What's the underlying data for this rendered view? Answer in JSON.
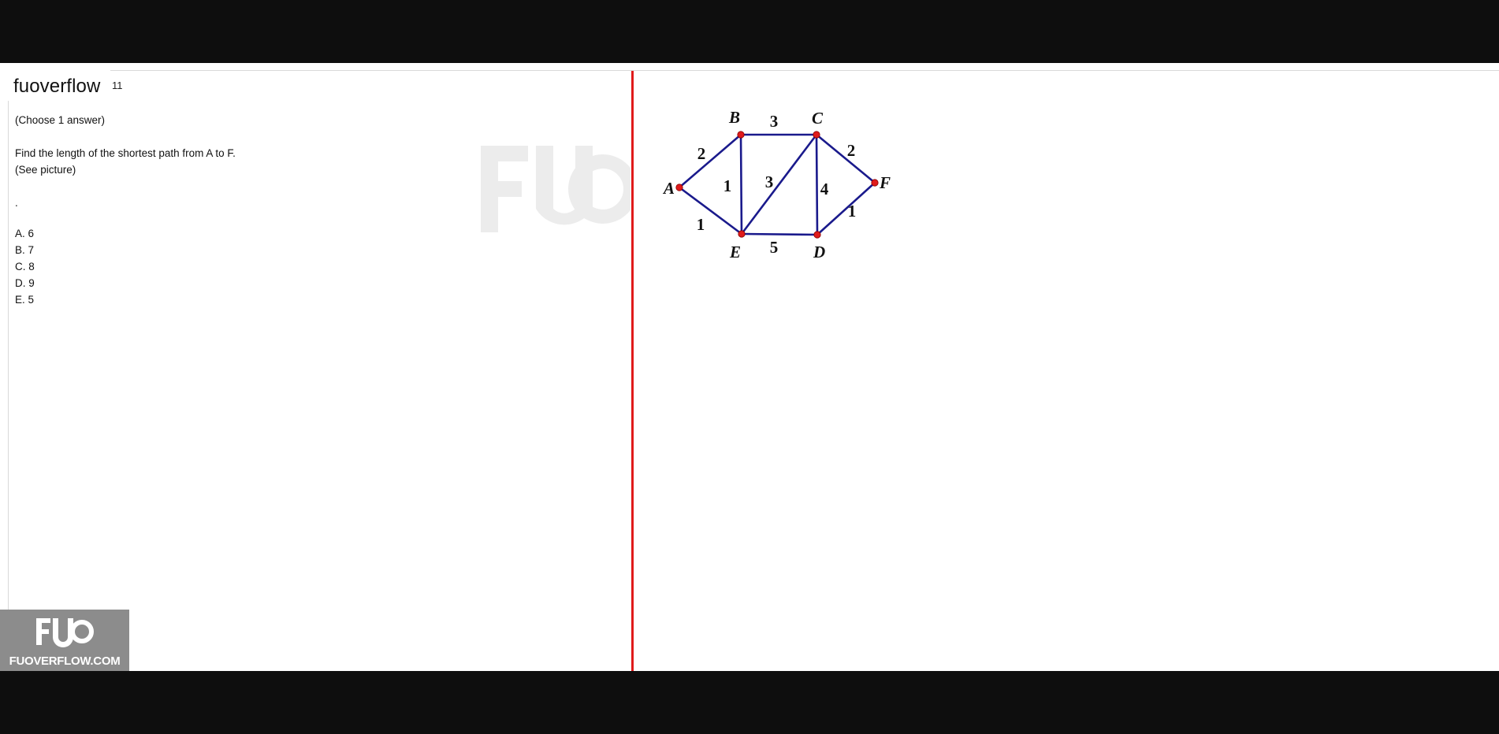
{
  "brand": "fuoverflow",
  "question_number": "11",
  "question": {
    "instruction": "(Choose 1 answer)",
    "prompt_line1": "Find the length of the shortest path from A to F.",
    "prompt_line2": "(See picture)",
    "dot": "."
  },
  "answers": [
    {
      "text": "A. 6"
    },
    {
      "text": "B. 7"
    },
    {
      "text": "C. 8"
    },
    {
      "text": "D. 9"
    },
    {
      "text": "E. 5"
    }
  ],
  "graph": {
    "vertices": [
      "A",
      "B",
      "C",
      "D",
      "E",
      "F"
    ],
    "edges": [
      {
        "from": "A",
        "to": "B",
        "weight": "2"
      },
      {
        "from": "A",
        "to": "E",
        "weight": "1"
      },
      {
        "from": "B",
        "to": "C",
        "weight": "3"
      },
      {
        "from": "B",
        "to": "E",
        "weight": "1"
      },
      {
        "from": "E",
        "to": "C",
        "weight": "3"
      },
      {
        "from": "C",
        "to": "D",
        "weight": "4"
      },
      {
        "from": "C",
        "to": "F",
        "weight": "2"
      },
      {
        "from": "E",
        "to": "D",
        "weight": "5"
      },
      {
        "from": "D",
        "to": "F",
        "weight": "1"
      }
    ],
    "edge_color": "#1a1a8c",
    "vertex_color": "#e01b1b"
  },
  "logo": {
    "mark": "FUO",
    "text": "FUOVERFLOW.COM"
  },
  "colors": {
    "divider": "#e01b1b",
    "logo_bg": "#8c8c8c"
  }
}
